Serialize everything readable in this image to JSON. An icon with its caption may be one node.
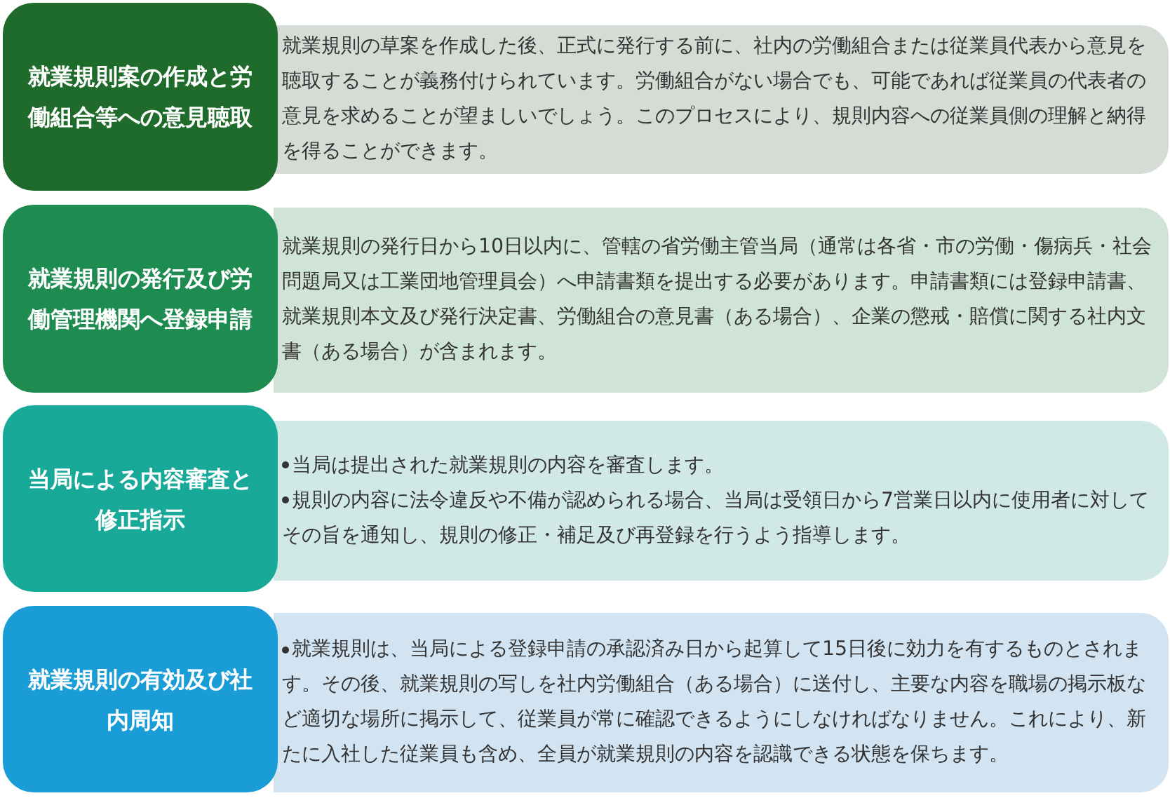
{
  "diagram": {
    "nodes": [
      {
        "text": [
          "就業規則案の作成と労働組合等への意見聴取"
        ]
      },
      {
        "text": [
          "就業規則の草案を作成した後、正式に発行する前に、社内の労働組合または従業員代表から意見を聴取することが義務付けられています。労働組合がない場合でも、可能であれば従業員の代表者の意見を求めることが望ましいでしょう。このプロセスにより、規則内容への従業員側の理解と納得を得ることができます。"
        ]
      },
      {
        "text": [
          "就業規則の発行及び労働管理機関へ登録申請"
        ]
      },
      {
        "text": [
          "就業規則の発行日から10日以内に、管轄の省労働主管当局（通常は各省・市の労働・傷病兵・社会問題局又は工業団地管理員会）へ申請書類を提出する必要があります。申請書類には登録申請書、就業規則本文及び発行決定書、労働組合の意見書（ある場合）、企業の懲戒・賠償に関する社内文書（ある場合）が含まれます。"
        ]
      },
      {
        "text": [
          "当局による内容審査と修正指示"
        ]
      },
      {
        "text": [
          "当局は提出された就業規則の内容を審査します。",
          "規則の内容に法令違反や不備が認められる場合、当局は受領日から7営業日以内に使用者に対してその旨を通知し、規則の修正・補足及び再登録を行うよう指導します。"
        ]
      },
      {
        "text": [
          "就業規則の有効及び社内周知"
        ]
      },
      {
        "text": [
          "就業規則は、当局による登録申請の承認済み日から起算して15日後に効力を有するものとされます。その後、就業規則の写しを社内労働組合（ある場合）に送付し、主要な内容を職場の掲示板など適切な場所に掲示して、従業員が常に確認できるようにしなければなりません。これにより、新たに入社した従業員も含め、全員が就業規則の内容を認識できる状態を保ちます。"
        ]
      }
    ]
  }
}
